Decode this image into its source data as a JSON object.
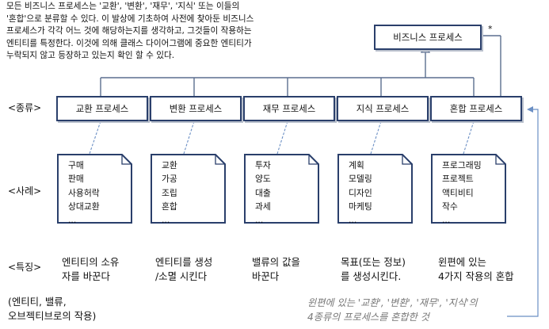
{
  "intro_text": "모든 비즈니스 프로세스는 '교환', '변환', '재무', '지식' 또는 이들의\n'혼합'으로 분류할 수 있다. 이 발상에 기초하여 사전에 찾아둔 비즈니스\n프로세스가 각각 어느 것에 해당하는지를 생각하고, 그것들이 작용하는\n엔티티를 특정한다. 이것에 의해 클래스 다이어그램에 중요한 엔티티가\n누락되지 않고 등장하고 있는지 확인 할 수 있다.",
  "superclass": {
    "label": "비즈니스 프로세스",
    "multiplicity": "*"
  },
  "labels": {
    "types": "<종류>",
    "examples": "<사례>",
    "features": "<특징>"
  },
  "processes": [
    {
      "name": "교환 프로세스",
      "examples": [
        "구매",
        "판매",
        "사용허락",
        "상대교환",
        "..."
      ],
      "feature": "엔티티의 소유\n자를 바꾼다"
    },
    {
      "name": "변환 프로세스",
      "examples": [
        "교환",
        "가공",
        "조립",
        "혼합",
        "..."
      ],
      "feature": "엔티티를 생성\n/소멸 시킨다"
    },
    {
      "name": "재무 프로세스",
      "examples": [
        "투자",
        "양도",
        "대출",
        "과세",
        "..."
      ],
      "feature": "밸류의 값을\n바꾼다"
    },
    {
      "name": "지식 프로세스",
      "examples": [
        "계획",
        "모델링",
        "디자인",
        "마케팅",
        "..."
      ],
      "feature": "목표(또는 정보)\n를 생성시킨다."
    },
    {
      "name": "혼합 프로세스",
      "examples": [
        "프로그래밍",
        "프로젝트",
        "액티비티",
        "작수",
        "..."
      ],
      "feature": "윈편에 있는\n4가지 작용의 혼합"
    }
  ],
  "footnote": "(엔티티, 밸류,\n오브젝티브로의 작용)",
  "hybrid_note": "윈편에 있는 '교환', '변환', '재무', '지식'의\n4종류의 프로세스를 혼합한 것",
  "colors": {
    "box_border": "#2a3f6b",
    "line": "#5b6e8f",
    "dashed": "#6b8fc4",
    "muted_text": "#777777"
  }
}
